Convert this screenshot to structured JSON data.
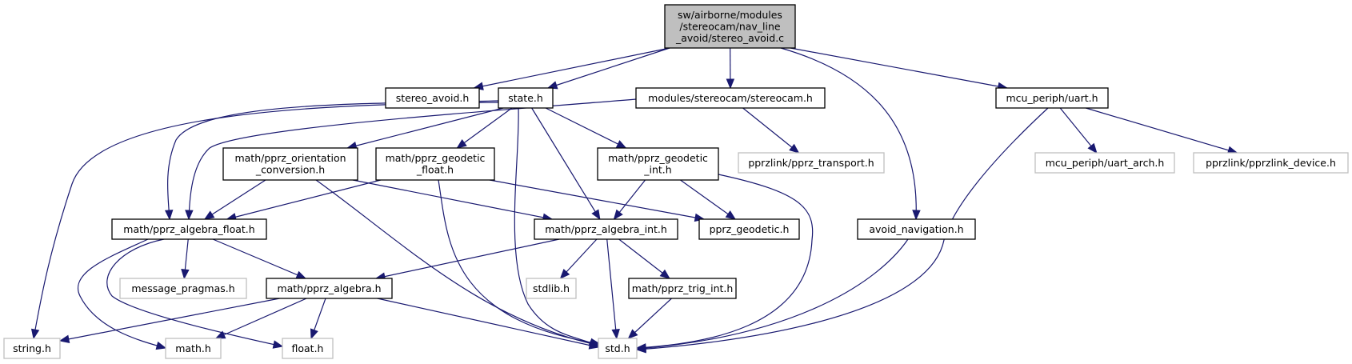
{
  "diagram": {
    "title": "Include dependency graph for stereo_avoid.c",
    "colors": {
      "edge": "#191970",
      "main_fill": "#bfbfbf",
      "local_border": "#000000",
      "external_border": "#bfbfbf"
    },
    "nodes": [
      {
        "id": "root",
        "kind": "main",
        "lines": [
          "sw/airborne/modules",
          "/stereocam/nav_line",
          "_avoid/stereo_avoid.c"
        ]
      },
      {
        "id": "stereo_avoid_h",
        "kind": "local",
        "lines": [
          "stereo_avoid.h"
        ]
      },
      {
        "id": "state_h",
        "kind": "local",
        "lines": [
          "state.h"
        ]
      },
      {
        "id": "stereocam_h",
        "kind": "local",
        "lines": [
          "modules/stereocam/stereocam.h"
        ]
      },
      {
        "id": "uart_h",
        "kind": "local",
        "lines": [
          "mcu_periph/uart.h"
        ]
      },
      {
        "id": "orientation_conv_h",
        "kind": "local",
        "lines": [
          "math/pprz_orientation",
          "_conversion.h"
        ]
      },
      {
        "id": "geodetic_float_h",
        "kind": "local",
        "lines": [
          "math/pprz_geodetic",
          "_float.h"
        ]
      },
      {
        "id": "geodetic_int_h",
        "kind": "local",
        "lines": [
          "math/pprz_geodetic",
          "_int.h"
        ]
      },
      {
        "id": "pprz_transport_h",
        "kind": "ext",
        "lines": [
          "pprzlink/pprz_transport.h"
        ]
      },
      {
        "id": "uart_arch_h",
        "kind": "ext",
        "lines": [
          "mcu_periph/uart_arch.h"
        ]
      },
      {
        "id": "pprzlink_device_h",
        "kind": "ext",
        "lines": [
          "pprzlink/pprzlink_device.h"
        ]
      },
      {
        "id": "algebra_float_h",
        "kind": "local",
        "lines": [
          "math/pprz_algebra_float.h"
        ]
      },
      {
        "id": "algebra_int_h",
        "kind": "local",
        "lines": [
          "math/pprz_algebra_int.h"
        ]
      },
      {
        "id": "pprz_geodetic_h",
        "kind": "local",
        "lines": [
          "pprz_geodetic.h"
        ]
      },
      {
        "id": "avoid_navigation_h",
        "kind": "local",
        "lines": [
          "avoid_navigation.h"
        ]
      },
      {
        "id": "message_pragmas_h",
        "kind": "ext",
        "lines": [
          "message_pragmas.h"
        ]
      },
      {
        "id": "algebra_h",
        "kind": "local",
        "lines": [
          "math/pprz_algebra.h"
        ]
      },
      {
        "id": "stdlib_h",
        "kind": "ext",
        "lines": [
          "stdlib.h"
        ]
      },
      {
        "id": "trig_int_h",
        "kind": "local",
        "lines": [
          "math/pprz_trig_int.h"
        ]
      },
      {
        "id": "string_h",
        "kind": "ext",
        "lines": [
          "string.h"
        ]
      },
      {
        "id": "math_h",
        "kind": "ext",
        "lines": [
          "math.h"
        ]
      },
      {
        "id": "float_h",
        "kind": "ext",
        "lines": [
          "float.h"
        ]
      },
      {
        "id": "std_h",
        "kind": "ext",
        "lines": [
          "std.h"
        ]
      }
    ],
    "edges": [
      [
        "root",
        "stereo_avoid_h"
      ],
      [
        "root",
        "state_h"
      ],
      [
        "root",
        "stereocam_h"
      ],
      [
        "root",
        "avoid_navigation_h"
      ],
      [
        "root",
        "uart_h"
      ],
      [
        "state_h",
        "algebra_float_h"
      ],
      [
        "state_h",
        "string_h"
      ],
      [
        "state_h",
        "orientation_conv_h"
      ],
      [
        "state_h",
        "geodetic_float_h"
      ],
      [
        "state_h",
        "std_h"
      ],
      [
        "state_h",
        "algebra_int_h"
      ],
      [
        "state_h",
        "geodetic_int_h"
      ],
      [
        "stereocam_h",
        "algebra_float_h"
      ],
      [
        "stereocam_h",
        "pprz_transport_h"
      ],
      [
        "uart_h",
        "uart_arch_h"
      ],
      [
        "uart_h",
        "pprzlink_device_h"
      ],
      [
        "uart_h",
        "std_h"
      ],
      [
        "orientation_conv_h",
        "algebra_float_h"
      ],
      [
        "orientation_conv_h",
        "algebra_int_h"
      ],
      [
        "orientation_conv_h",
        "std_h"
      ],
      [
        "geodetic_float_h",
        "algebra_float_h"
      ],
      [
        "geodetic_float_h",
        "pprz_geodetic_h"
      ],
      [
        "geodetic_float_h",
        "std_h"
      ],
      [
        "geodetic_int_h",
        "algebra_int_h"
      ],
      [
        "geodetic_int_h",
        "pprz_geodetic_h"
      ],
      [
        "geodetic_int_h",
        "std_h"
      ],
      [
        "algebra_float_h",
        "message_pragmas_h"
      ],
      [
        "algebra_float_h",
        "algebra_h"
      ],
      [
        "algebra_float_h",
        "math_h"
      ],
      [
        "algebra_float_h",
        "float_h"
      ],
      [
        "algebra_int_h",
        "algebra_h"
      ],
      [
        "algebra_int_h",
        "stdlib_h"
      ],
      [
        "algebra_int_h",
        "trig_int_h"
      ],
      [
        "algebra_int_h",
        "std_h"
      ],
      [
        "avoid_navigation_h",
        "std_h"
      ],
      [
        "algebra_h",
        "string_h"
      ],
      [
        "algebra_h",
        "math_h"
      ],
      [
        "algebra_h",
        "float_h"
      ],
      [
        "algebra_h",
        "std_h"
      ],
      [
        "trig_int_h",
        "std_h"
      ]
    ]
  }
}
